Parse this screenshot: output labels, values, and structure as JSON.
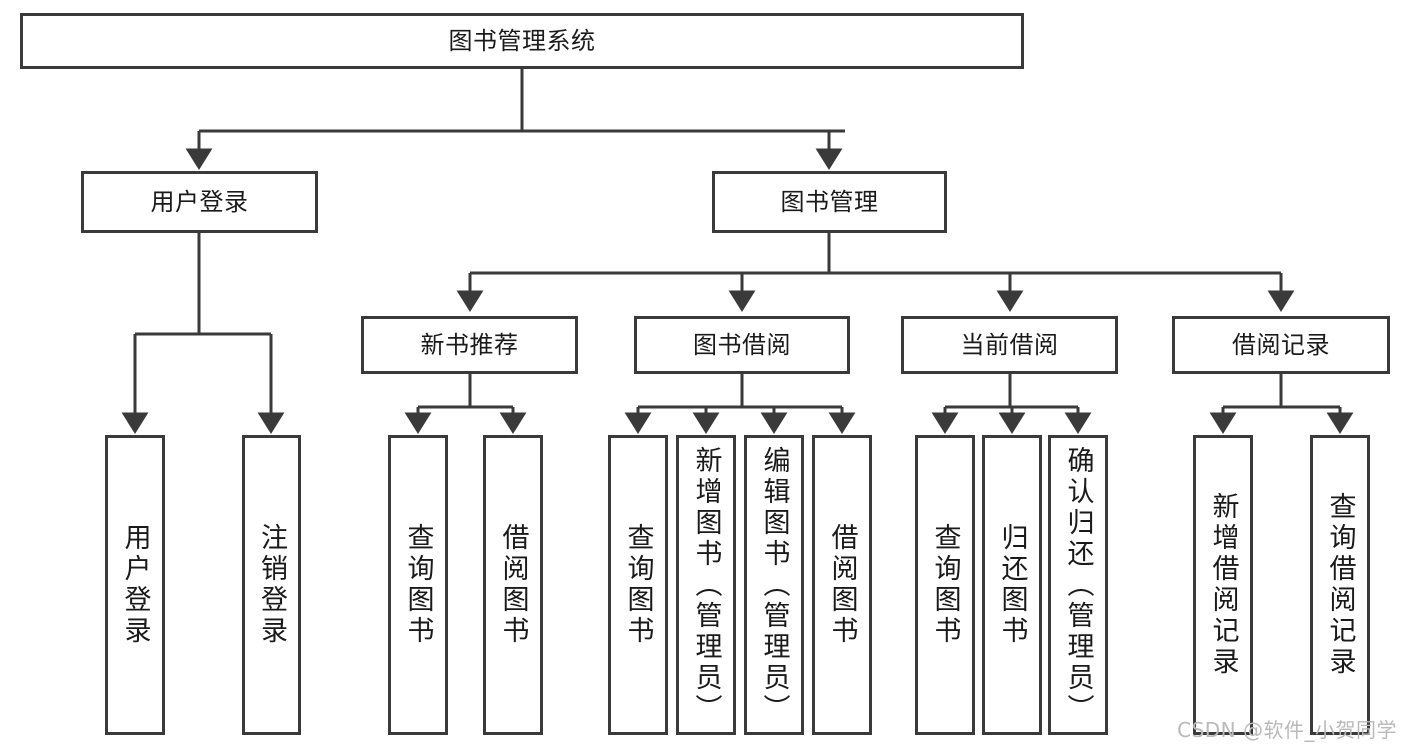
{
  "diagram": {
    "title": "图书管理系统",
    "type": "tree",
    "orientation": "top-down",
    "colors": {
      "box_border": "#3a3a3a",
      "box_fill": "#ffffff",
      "edge": "#3a3a3a",
      "text": "#1a1a1a",
      "watermark": "#b9b9b9"
    },
    "root": {
      "label": "图书管理系统"
    },
    "level2": [
      {
        "id": "user-login",
        "label": "用户登录"
      },
      {
        "id": "book-manage",
        "label": "图书管理"
      }
    ],
    "level3": [
      {
        "id": "new-book-rec",
        "label": "新书推荐"
      },
      {
        "id": "book-borrow",
        "label": "图书借阅"
      },
      {
        "id": "current-borrow",
        "label": "当前借阅"
      },
      {
        "id": "borrow-record",
        "label": "借阅记录"
      }
    ],
    "leaves": {
      "user_login": [
        {
          "id": "leaf-user-login",
          "label": "用户登录"
        },
        {
          "id": "leaf-logout",
          "label": "注销登录"
        }
      ],
      "new_book_rec": [
        {
          "id": "leaf-query-book-1",
          "label": "查询图书"
        },
        {
          "id": "leaf-borrow-book-1",
          "label": "借阅图书"
        }
      ],
      "book_borrow": [
        {
          "id": "leaf-query-book-2",
          "label": "查询图书"
        },
        {
          "id": "leaf-add-book",
          "label": "新增图书（管理员）"
        },
        {
          "id": "leaf-edit-book",
          "label": "编辑图书（管理员）"
        },
        {
          "id": "leaf-borrow-book-2",
          "label": "借阅图书"
        }
      ],
      "current_borrow": [
        {
          "id": "leaf-query-book-3",
          "label": "查询图书"
        },
        {
          "id": "leaf-return-book",
          "label": "归还图书"
        },
        {
          "id": "leaf-confirm-return",
          "label": "确认归还（管理员）"
        }
      ],
      "borrow_record": [
        {
          "id": "leaf-add-record",
          "label": "新增借阅记录"
        },
        {
          "id": "leaf-query-record",
          "label": "查询借阅记录"
        }
      ]
    }
  },
  "watermark": {
    "text": "CSDN @软件_小贺同学"
  }
}
